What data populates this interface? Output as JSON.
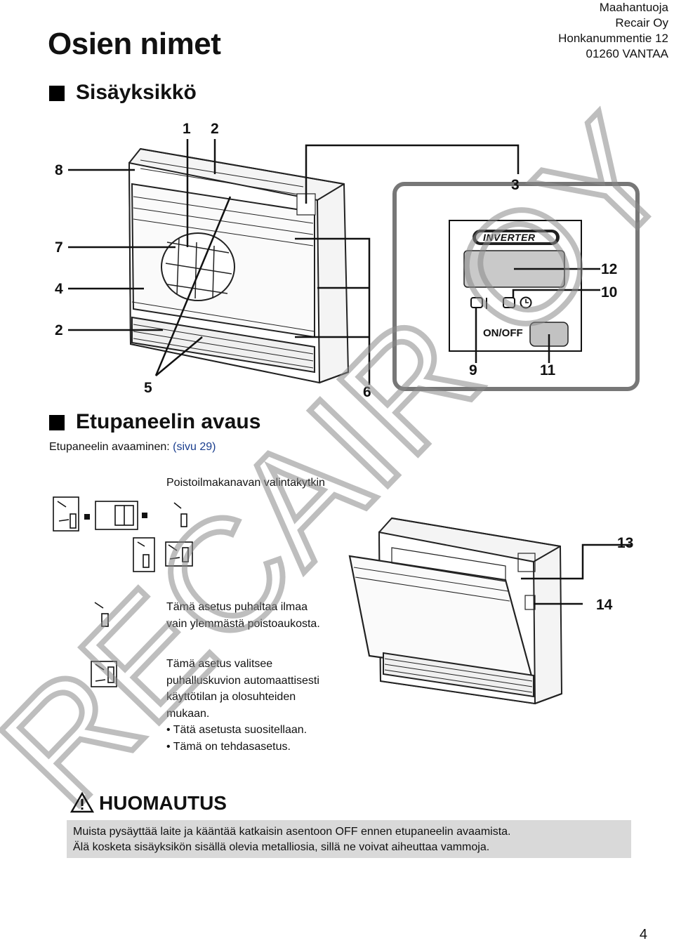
{
  "header": {
    "title": "Osien nimet",
    "address": [
      "Maahantuoja",
      "Recair Oy",
      "Honkanummentie 12",
      "01260 VANTAA"
    ]
  },
  "section_indoor": {
    "title": "Sisäyksikkö"
  },
  "callouts_indoor": [
    "1",
    "2",
    "3",
    "8",
    "7",
    "4",
    "2",
    "5",
    "6"
  ],
  "control_panel": {
    "brand": "INVERTER",
    "onoff_label": "ON/OFF",
    "callouts": [
      "12",
      "10",
      "9",
      "11"
    ]
  },
  "section_front": {
    "title": "Etupaneelin avaus",
    "subtitle_prefix": "Etupaneelin avaaminen:",
    "subtitle_link": "(sivu 29)"
  },
  "switch_label": "Poistoilmakanavan valintakytkin",
  "setting_upper": {
    "lines": [
      "Tämä asetus puhaltaa ilmaa",
      "vain ylemmästä poistoaukosta."
    ]
  },
  "setting_auto": {
    "lines": [
      "Tämä asetus valitsee",
      "puhalluskuvion automaattisesti",
      "käyttötilan ja olosuhteiden",
      "mukaan.",
      "• Tätä asetusta suositellaan.",
      "• Tämä on tehdasasetus."
    ]
  },
  "callouts_front": [
    "13",
    "14"
  ],
  "watermark": "RECAIR OY",
  "notice": {
    "title": "HUOMAUTUS",
    "lines": [
      "Muista pysäyttää laite ja kääntää katkaisin asentoon OFF ennen etupaneelin avaamista.",
      "Älä kosketa sisäyksikön sisällä olevia metalliosia, sillä ne voivat aiheuttaa vammoja."
    ]
  },
  "page_number": "4"
}
